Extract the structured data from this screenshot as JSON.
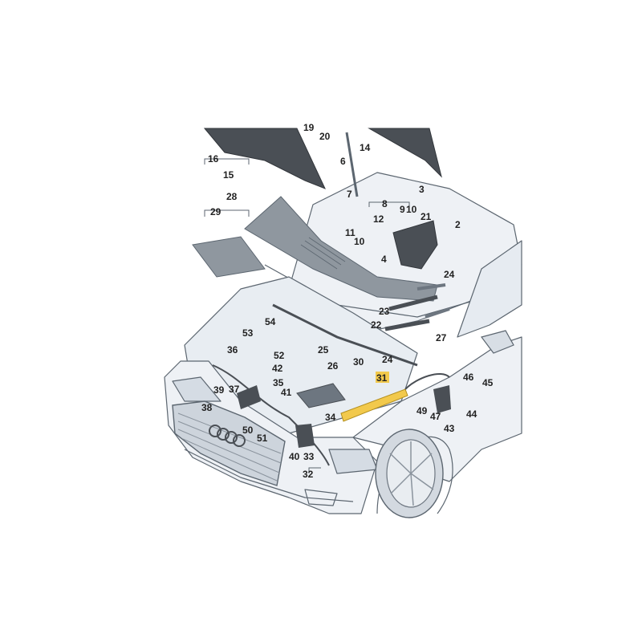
{
  "colors": {
    "background": "#ffffff",
    "outline": "#5c6670",
    "body_fill": "#dfe5ec",
    "part_fill": "#4a4f55",
    "highlight": "#f2c94c",
    "label": "#222222"
  },
  "highlighted_part": "31",
  "callouts": [
    "2",
    "3",
    "4",
    "6",
    "7",
    "8",
    "9",
    "10",
    "11",
    "12",
    "14",
    "15",
    "16",
    "19",
    "20",
    "21",
    "22",
    "23",
    "24",
    "25",
    "26",
    "27",
    "28",
    "29",
    "30",
    "31",
    "32",
    "33",
    "34",
    "35",
    "36",
    "37",
    "38",
    "39",
    "40",
    "41",
    "42",
    "43",
    "44",
    "45",
    "46",
    "47",
    "49",
    "50",
    "51",
    "52",
    "53",
    "54"
  ]
}
